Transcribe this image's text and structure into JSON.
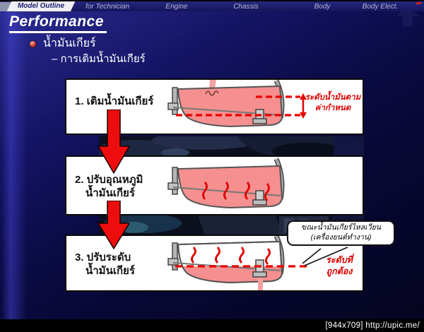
{
  "nav": {
    "active_tab": "Model Outline",
    "tabs": [
      {
        "label": "for Technician"
      },
      {
        "label": "Engine"
      },
      {
        "label": "Chassis"
      },
      {
        "label": "Body"
      },
      {
        "label": "Body Elect."
      }
    ]
  },
  "header": {
    "title": "Performance"
  },
  "content": {
    "bullet": "น้ำมันเกียร์",
    "sub_bullet": "– การเติมน้ำมันเกียร์"
  },
  "steps": {
    "step1": {
      "label": "1. เติมน้ำมันเกียร์",
      "annotation_line1": "ระดับน้ำมันตาม",
      "annotation_line2": "ค่ากำหนด"
    },
    "step2": {
      "label_line1": "2. ปรับอุณหภูมิ",
      "label_line2": "น้ำมันเกียร์"
    },
    "step3": {
      "label_line1": "3. ปรับระดับ",
      "label_line2": "น้ำมันเกียร์",
      "annotation_line1": "ระดับที่",
      "annotation_line2": "ถูกต้อง"
    }
  },
  "callout": {
    "line1": "ขณะน้ำมันเกียร์ไหลเวียน",
    "line2": "(เครื่องยนต์ทำงาน)"
  },
  "footer": {
    "caption": "[944x709] http://upic.me/"
  },
  "colors": {
    "slide_blue": "#22227f",
    "accent_red": "#ee0d0d",
    "oil_pink": "#f68f8f",
    "annotation_red": "#dd0000"
  },
  "icons": {
    "bullet": "sphere-bullet-icon",
    "nav_arrow": "up-arrow-icon",
    "corner": "red-corner-mark"
  }
}
